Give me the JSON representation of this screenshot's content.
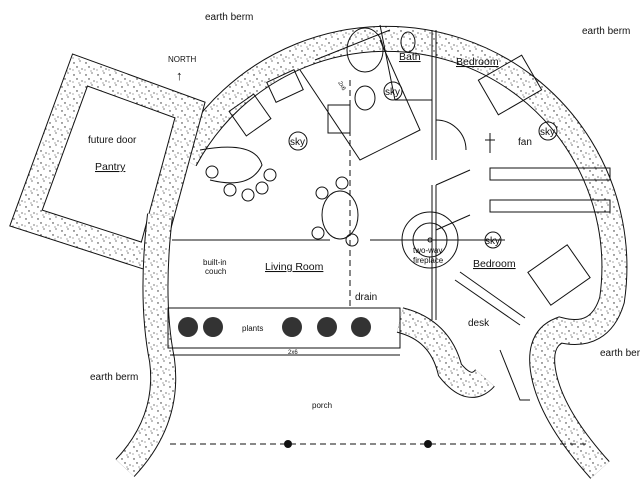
{
  "labels": {
    "earth_berm_top": "earth berm",
    "earth_berm_top_right": "earth berm",
    "earth_berm_right": "earth berm",
    "earth_berm_left": "earth berm",
    "north": "NORTH",
    "future_door": "future door",
    "pantry": "Pantry",
    "bath": "Bath",
    "bedroom_north": "Bedroom",
    "bedroom_south": "Bedroom",
    "fan": "fan",
    "fireplace_1": "two-way",
    "fireplace_2": "fireplace",
    "living_room": "Living Room",
    "couch_1": "built-in",
    "couch_2": "couch",
    "drain": "drain",
    "plants": "plants",
    "planter_size": "2x6",
    "counter_size": "2x6",
    "desk": "desk",
    "porch": "porch",
    "sky": "sky"
  }
}
